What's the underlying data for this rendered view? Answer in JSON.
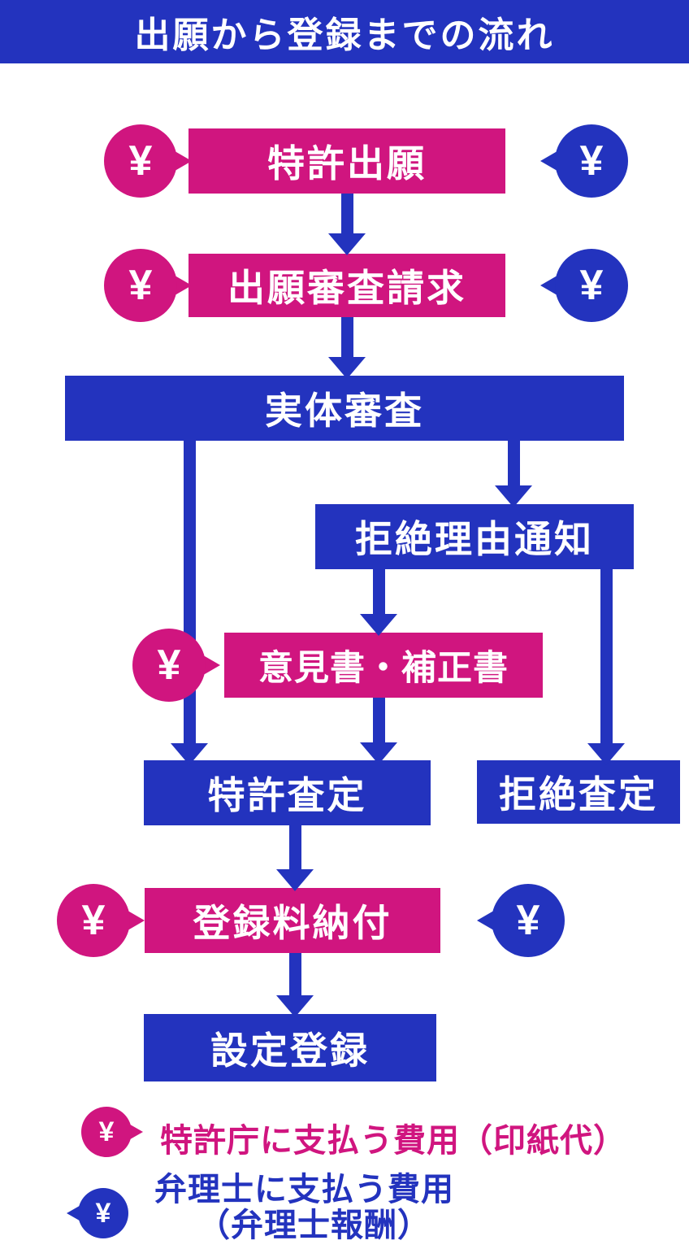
{
  "title": "出願から登録までの流れ",
  "fee_symbol": "¥",
  "colors": {
    "blue": "#2333BE",
    "pink": "#D0157F",
    "background": "#FFFFFF",
    "text_on_color": "#FFFFFF"
  },
  "flow": {
    "nodes": [
      {
        "label": "特許出願",
        "type": "pink",
        "fee_left": "patent-office",
        "fee_right": "attorney"
      },
      {
        "label": "出願審査請求",
        "type": "pink",
        "fee_left": "patent-office",
        "fee_right": "attorney"
      },
      {
        "label": "実体審査",
        "type": "blue"
      },
      {
        "label": "拒絶理由通知",
        "type": "blue"
      },
      {
        "label": "意見書・補正書",
        "type": "pink",
        "fee_left": "patent-office"
      },
      {
        "label": "特許査定",
        "type": "blue"
      },
      {
        "label": "拒絶査定",
        "type": "blue"
      },
      {
        "label": "登録料納付",
        "type": "pink",
        "fee_left": "patent-office",
        "fee_right": "attorney"
      },
      {
        "label": "設定登録",
        "type": "blue"
      }
    ]
  },
  "legend": {
    "jpo": {
      "symbol": "¥",
      "text": "特許庁に支払う費用（印紙代）"
    },
    "attorney": {
      "symbol": "¥",
      "line1": "弁理士に支払う費用",
      "line2": "（弁理士報酬）"
    }
  }
}
